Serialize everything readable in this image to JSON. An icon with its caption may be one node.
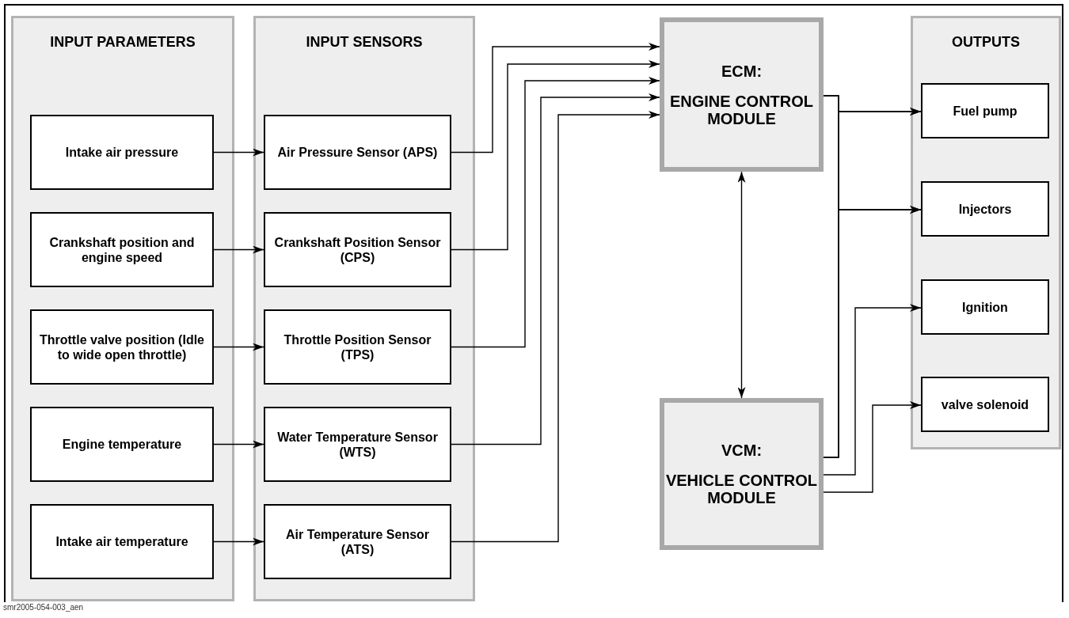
{
  "diagram": {
    "nodes": [
      {
        "text": [
          "INPUT PARAMETERS"
        ]
      },
      {
        "text": [
          "Intake air pressure"
        ],
        "in": 0
      },
      {
        "text": [
          "Crankshaft position and engine speed"
        ],
        "in": 0
      },
      {
        "text": [
          "Throttle valve position (Idle to wide open throttle)"
        ],
        "in": 0
      },
      {
        "text": [
          "Engine temperature"
        ],
        "in": 0
      },
      {
        "text": [
          "Intake air temperature"
        ],
        "in": 0
      },
      {
        "text": [
          "INPUT SENSORS"
        ]
      },
      {
        "text": [
          "Air Pressure Sensor (APS)"
        ],
        "in": 6
      },
      {
        "text": [
          "Crankshaft Position Sensor (CPS)"
        ],
        "in": 6
      },
      {
        "text": [
          "Throttle Position Sensor (TPS)"
        ],
        "in": 6
      },
      {
        "text": [
          "Water Temperature Sensor (WTS)"
        ],
        "in": 6
      },
      {
        "text": [
          "Air Temperature Sensor (ATS)"
        ],
        "in": 6
      },
      {
        "text": [
          "ECM:",
          "ENGINE CONTROL MODULE"
        ]
      },
      {
        "text": [
          "VCM:",
          "VEHICLE CONTROL MODULE"
        ]
      },
      {
        "text": [
          "OUTPUTS"
        ]
      },
      {
        "text": [
          "Fuel pump"
        ],
        "in": 14
      },
      {
        "text": [
          "Injectors"
        ],
        "in": 14
      },
      {
        "text": [
          "Ignition"
        ],
        "in": 14
      },
      {
        "text": [
          "valve solenoid"
        ],
        "in": 14
      }
    ],
    "edges": [
      {
        "from": 1,
        "to": 7,
        "arrow": "to"
      },
      {
        "from": 2,
        "to": 8,
        "arrow": "to"
      },
      {
        "from": 3,
        "to": 9,
        "arrow": "to"
      },
      {
        "from": 4,
        "to": 10,
        "arrow": "to"
      },
      {
        "from": 5,
        "to": 11,
        "arrow": "to"
      },
      {
        "from": 7,
        "to": 12,
        "arrow": "to"
      },
      {
        "from": 8,
        "to": 12,
        "arrow": "to"
      },
      {
        "from": 9,
        "to": 12,
        "arrow": "to"
      },
      {
        "from": 10,
        "to": 12,
        "arrow": "to"
      },
      {
        "from": 11,
        "to": 12,
        "arrow": "to"
      },
      {
        "from": 12,
        "to": 13,
        "arrow": "both"
      },
      {
        "from": 12,
        "to": 15,
        "arrow": "to"
      },
      {
        "from": 12,
        "to": 16,
        "arrow": "to"
      },
      {
        "from": 13,
        "to": 15,
        "arrow": "to"
      },
      {
        "from": 13,
        "to": 16,
        "arrow": "to"
      },
      {
        "from": 13,
        "to": 17,
        "arrow": "to"
      },
      {
        "from": 13,
        "to": 18,
        "arrow": "to"
      }
    ],
    "labels": [
      "smr2005-054-003_aen"
    ]
  }
}
